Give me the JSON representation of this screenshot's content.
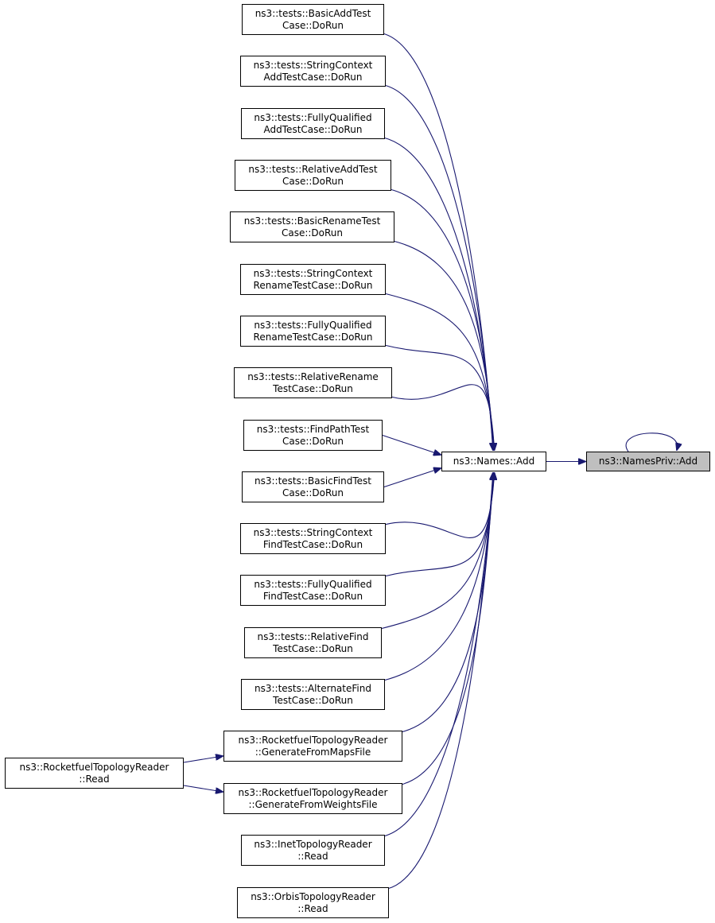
{
  "colors": {
    "edge": "#191970",
    "current_fill": "#bfbfbf",
    "node_border": "#000000"
  },
  "nodes": {
    "names_priv_add": {
      "lines": [
        "ns3::NamesPriv::Add"
      ]
    },
    "names_add": {
      "lines": [
        "ns3::Names::Add"
      ]
    },
    "basic_add": {
      "lines": [
        "ns3::tests::BasicAddTest",
        "Case::DoRun"
      ]
    },
    "stringctx_add": {
      "lines": [
        "ns3::tests::StringContext",
        "AddTestCase::DoRun"
      ]
    },
    "fq_add": {
      "lines": [
        "ns3::tests::FullyQualified",
        "AddTestCase::DoRun"
      ]
    },
    "relative_add": {
      "lines": [
        "ns3::tests::RelativeAddTest",
        "Case::DoRun"
      ]
    },
    "basic_rename": {
      "lines": [
        "ns3::tests::BasicRenameTest",
        "Case::DoRun"
      ]
    },
    "stringctx_rename": {
      "lines": [
        "ns3::tests::StringContext",
        "RenameTestCase::DoRun"
      ]
    },
    "fq_rename": {
      "lines": [
        "ns3::tests::FullyQualified",
        "RenameTestCase::DoRun"
      ]
    },
    "relative_rename": {
      "lines": [
        "ns3::tests::RelativeRename",
        "TestCase::DoRun"
      ]
    },
    "findpath": {
      "lines": [
        "ns3::tests::FindPathTest",
        "Case::DoRun"
      ]
    },
    "basic_find": {
      "lines": [
        "ns3::tests::BasicFindTest",
        "Case::DoRun"
      ]
    },
    "stringctx_find": {
      "lines": [
        "ns3::tests::StringContext",
        "FindTestCase::DoRun"
      ]
    },
    "fq_find": {
      "lines": [
        "ns3::tests::FullyQualified",
        "FindTestCase::DoRun"
      ]
    },
    "relative_find": {
      "lines": [
        "ns3::tests::RelativeFind",
        "TestCase::DoRun"
      ]
    },
    "alternate_find": {
      "lines": [
        "ns3::tests::AlternateFind",
        "TestCase::DoRun"
      ]
    },
    "rf_maps": {
      "lines": [
        "ns3::RocketfuelTopologyReader",
        "::GenerateFromMapsFile"
      ]
    },
    "rf_weights": {
      "lines": [
        "ns3::RocketfuelTopologyReader",
        "::GenerateFromWeightsFile"
      ]
    },
    "rf_read": {
      "lines": [
        "ns3::RocketfuelTopologyReader",
        "::Read"
      ]
    },
    "inet_read": {
      "lines": [
        "ns3::InetTopologyReader",
        "::Read"
      ]
    },
    "orbis_read": {
      "lines": [
        "ns3::OrbisTopologyReader",
        "::Read"
      ]
    }
  }
}
